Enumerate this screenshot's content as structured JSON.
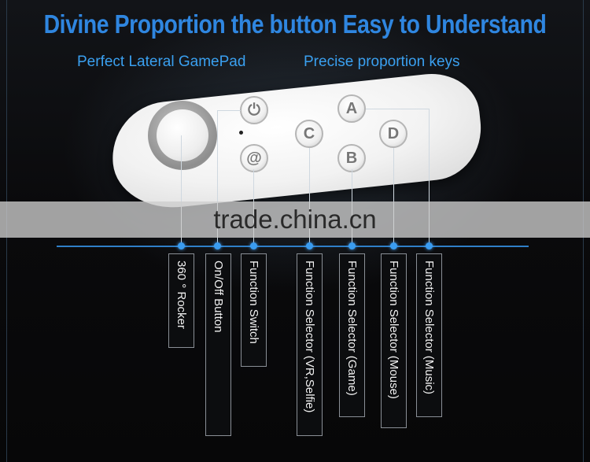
{
  "headline": "Divine Proportion the button Easy to Understand",
  "subtitle_left": "Perfect Lateral GamePad",
  "subtitle_right": "Precise proportion keys",
  "watermark": "trade.china.cn",
  "buttons": {
    "power": "⏻",
    "at": "@",
    "a": "A",
    "b": "B",
    "c": "C",
    "d": "D"
  },
  "labels": [
    "360 ° Rocker",
    "On/Off Button",
    "Function Switch",
    "Function Selector (VR,Selfie)",
    "Function Selector (Game)",
    "Function Selector (Mouse)",
    "Function Selector (Music)"
  ],
  "colors": {
    "title": "#2f86e0",
    "subtitle": "#3aa0f0",
    "accent_line": "#2f7fc8",
    "dot": "#3a9cf0"
  }
}
